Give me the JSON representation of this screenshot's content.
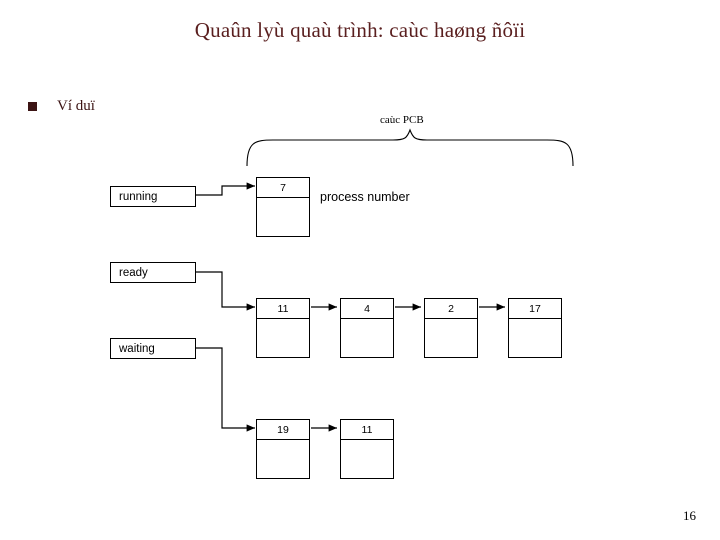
{
  "slide": {
    "title": "Quaûn lyù quaù trình: caùc haøng ñôïi",
    "page_number": "16",
    "bullet": {
      "marker": "square-bullet-icon",
      "text": "Ví duï"
    },
    "pcb_caption": "caùc PCB",
    "annotation": "process number",
    "queues": [
      {
        "id": "running",
        "label": "running"
      },
      {
        "id": "ready",
        "label": "ready"
      },
      {
        "id": "waiting",
        "label": "waiting"
      }
    ],
    "rows": [
      {
        "queue": "running",
        "cells": [
          "7"
        ]
      },
      {
        "queue": "ready",
        "cells": [
          "11",
          "4",
          "2",
          "17"
        ]
      },
      {
        "queue": "waiting",
        "cells": [
          "19",
          "11"
        ]
      }
    ]
  }
}
